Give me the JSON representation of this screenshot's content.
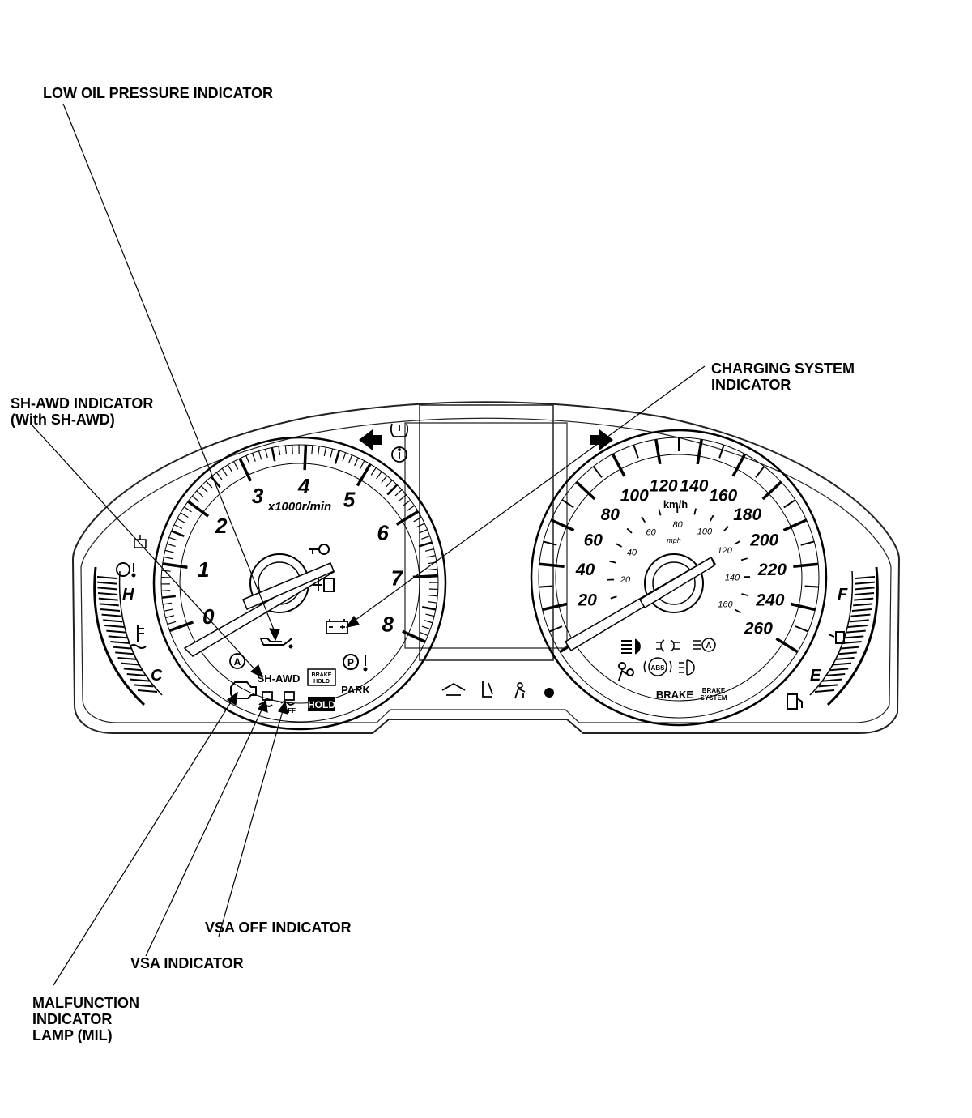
{
  "callouts": {
    "low_oil": "LOW OIL PRESSURE INDICATOR",
    "charging": "CHARGING SYSTEM\nINDICATOR",
    "sh_awd": "SH-AWD INDICATOR\n(With SH-AWD)",
    "vsa_off": "VSA OFF INDICATOR",
    "vsa": "VSA INDICATOR",
    "mil": "MALFUNCTION\nINDICATOR\nLAMP (MIL)"
  },
  "tachometer": {
    "numbers": [
      "0",
      "1",
      "2",
      "3",
      "4",
      "5",
      "6",
      "7",
      "8"
    ],
    "unit": "x1000r/min"
  },
  "speedometer": {
    "kmh_numbers": [
      "20",
      "40",
      "60",
      "80",
      "100",
      "120",
      "140",
      "160",
      "180",
      "200",
      "220",
      "240",
      "260"
    ],
    "kmh_unit": "km/h",
    "mph_numbers": [
      "20",
      "40",
      "60",
      "80",
      "100",
      "120",
      "140",
      "160"
    ],
    "mph_unit": "mph"
  },
  "temp_gauge": {
    "hot": "H",
    "cold": "C"
  },
  "fuel_gauge": {
    "full": "F",
    "empty": "E"
  },
  "tach_labels": {
    "sh_awd": "SH-AWD",
    "brake_hold_1": "BRAKE",
    "brake_hold_2": "HOLD",
    "hold": "HOLD",
    "park": "PARK",
    "vsa_off": "OFF",
    "auto": "A"
  },
  "speedo_labels": {
    "brake": "BRAKE",
    "brake_system_1": "BRAKE",
    "brake_system_2": "SYSTEM",
    "abs": "ABS"
  },
  "colors": {
    "ink": "#000000",
    "paper": "#ffffff"
  }
}
